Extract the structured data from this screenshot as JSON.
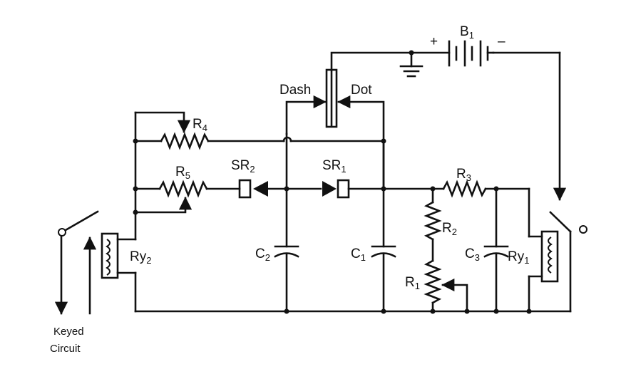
{
  "labels": {
    "battery": {
      "main": "B",
      "sub": "1"
    },
    "plus": "+",
    "minus": "–",
    "dash": "Dash",
    "dot": "Dot",
    "r4": {
      "main": "R",
      "sub": "4"
    },
    "r5": {
      "main": "R",
      "sub": "5"
    },
    "sr2": {
      "main": "SR",
      "sub": "2"
    },
    "sr1": {
      "main": "SR",
      "sub": "1"
    },
    "r3": {
      "main": "R",
      "sub": "3"
    },
    "r2": {
      "main": "R",
      "sub": "2"
    },
    "r1": {
      "main": "R",
      "sub": "1"
    },
    "c2": {
      "main": "C",
      "sub": "2"
    },
    "c1": {
      "main": "C",
      "sub": "1"
    },
    "c3": {
      "main": "C",
      "sub": "3"
    },
    "ry2": {
      "main": "Ry",
      "sub": "2"
    },
    "ry1": {
      "main": "Ry",
      "sub": "1"
    },
    "keyed_line1": "Keyed",
    "keyed_line2": "Circuit"
  }
}
